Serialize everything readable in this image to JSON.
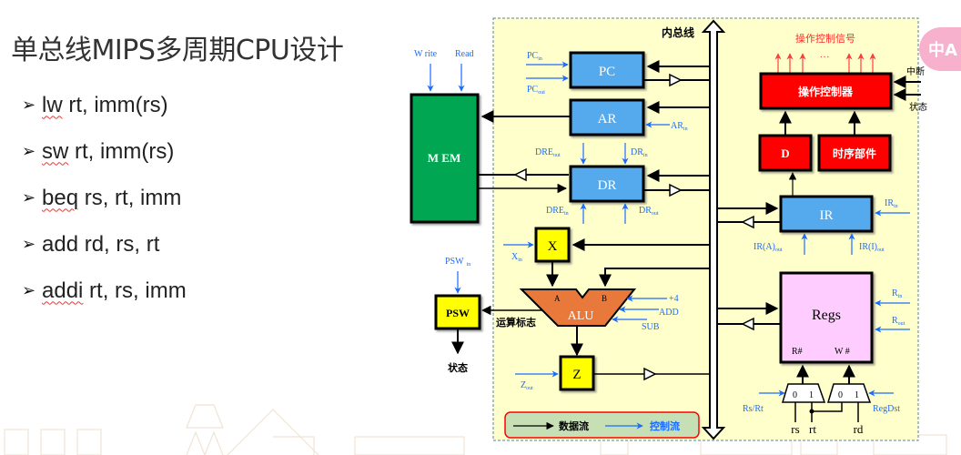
{
  "slide": {
    "title": "单总线MIPS多周期CPU设计",
    "instructions": [
      {
        "mnemonic": "lw",
        "operands": "rt, imm(rs)"
      },
      {
        "mnemonic": "sw",
        "operands": "rt, imm(rs)"
      },
      {
        "mnemonic": "beq",
        "operands": "rs, rt, imm"
      },
      {
        "mnemonic": "add",
        "operands": "rd, rs, rt"
      },
      {
        "mnemonic": "addi",
        "operands": "rt, rs, imm"
      }
    ],
    "bullet_icon": "arrowhead-bullet"
  },
  "diagram": {
    "bus_label": "内总线",
    "mem": {
      "label": "M EM",
      "write": "W rite",
      "read": "Read"
    },
    "pc": {
      "label": "PC",
      "in": "PC",
      "in_sub": "in",
      "out": "PC",
      "out_sub": "out"
    },
    "ar": {
      "label": "AR",
      "in": "AR",
      "in_sub": "in"
    },
    "dr": {
      "label": "DR",
      "dre_out": "DRE",
      "dre_out_sub": "out",
      "dr_in": "DR",
      "dr_in_sub": "in",
      "dre_in": "DRE",
      "dre_in_sub": "in",
      "dr_out": "DR",
      "dr_out_sub": "out"
    },
    "x": {
      "label": "X",
      "in": "X",
      "in_sub": "in"
    },
    "alu": {
      "label": "ALU",
      "a": "A",
      "b": "B",
      "ctrl": [
        "+4",
        "ADD",
        "SUB"
      ],
      "flags": "运算标志"
    },
    "psw": {
      "label": "PSW",
      "in": "PSW",
      "in_sub": "in",
      "status": "状态"
    },
    "z": {
      "label": "Z",
      "out": "Z",
      "out_sub": "out"
    },
    "legend": {
      "data_flow": "数据流",
      "control_flow": "控制流"
    },
    "controller": {
      "signals_label": "操作控制信号",
      "dots": "···",
      "label": "操作控制器",
      "interrupt": "中断",
      "status": "状态"
    },
    "d": {
      "label": "D"
    },
    "timing": {
      "label": "时序部件"
    },
    "ir": {
      "label": "IR",
      "in": "IR",
      "in_sub": "in",
      "a_out": "IR(A)",
      "a_out_sub": "out",
      "i_out": "IR(I)",
      "i_out_sub": "out"
    },
    "regs": {
      "label": "Regs",
      "rnum": "R#",
      "wnum": "W #",
      "r_in": "R",
      "r_in_sub": "in",
      "r_out": "R",
      "r_out_sub": "out"
    },
    "mux1": {
      "zero": "0",
      "one": "1",
      "ctrl": "Rs/Rt"
    },
    "mux2": {
      "zero": "0",
      "one": "1",
      "ctrl": "RegDst"
    },
    "reg_fields": {
      "rs": "rs",
      "rt": "rt",
      "rd": "rd"
    }
  },
  "overlay": {
    "translate_icon": "中A"
  },
  "colors": {
    "bg_panel": "#ffffcc",
    "reg_blue": "#55aaee",
    "mem_green": "#00a651",
    "ctrl_red": "#ff0000",
    "alu_orange": "#e8793a",
    "yellow": "#ffff00",
    "regs_pink": "#ffccff",
    "ctrl_blue": "#1a6cff",
    "legend_bg": "#c6dfb4"
  }
}
